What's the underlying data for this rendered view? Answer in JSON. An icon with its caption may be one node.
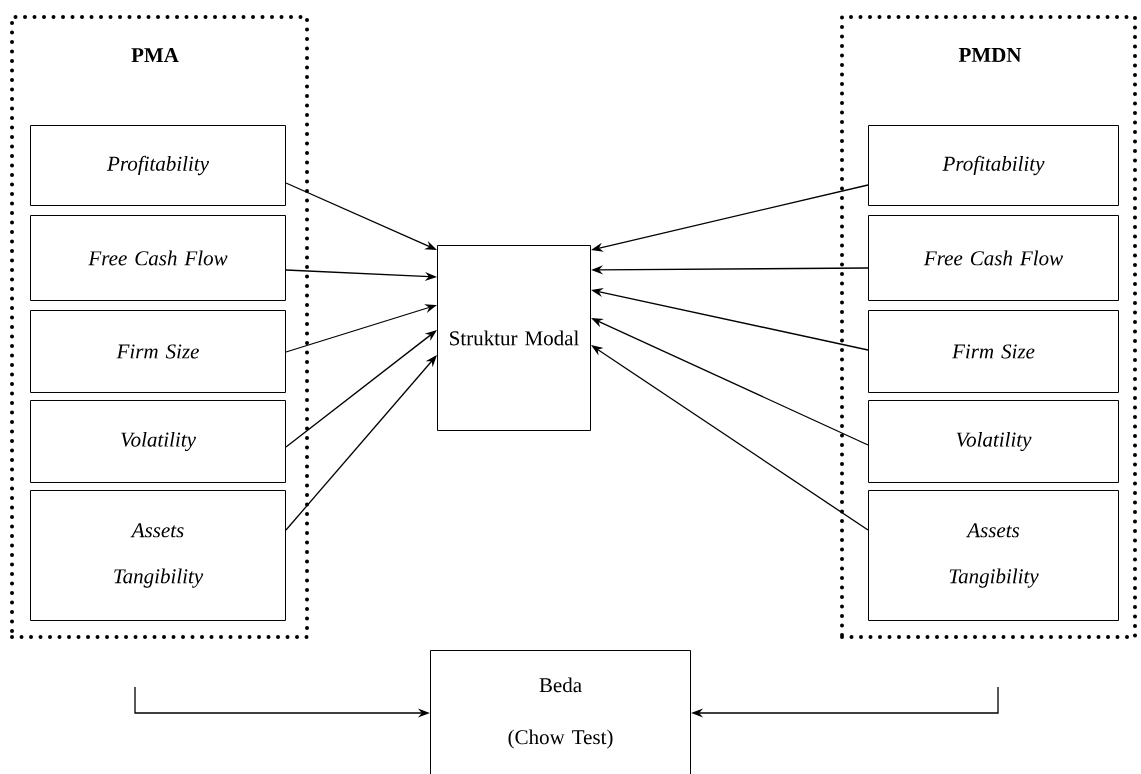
{
  "diagram": {
    "nodes": [
      {
        "text": [
          "PMA"
        ]
      },
      {
        "text": [
          "Profitability"
        ],
        "in": 0
      },
      {
        "text": [
          "Free Cash Flow"
        ],
        "in": 0
      },
      {
        "text": [
          "Firm Size"
        ],
        "in": 0
      },
      {
        "text": [
          "Volatility"
        ],
        "in": 0
      },
      {
        "text": [
          "Assets Tangibility"
        ],
        "in": 0
      },
      {
        "text": [
          "PMDN"
        ]
      },
      {
        "text": [
          "Profitability"
        ],
        "in": 6
      },
      {
        "text": [
          "Free Cash Flow"
        ],
        "in": 6
      },
      {
        "text": [
          "Firm Size"
        ],
        "in": 6
      },
      {
        "text": [
          "Volatility"
        ],
        "in": 6
      },
      {
        "text": [
          "Assets Tangibility"
        ],
        "in": 6
      },
      {
        "text": [
          "Struktur Modal"
        ]
      },
      {
        "text": [
          "Beda",
          "(Chow Test)"
        ]
      }
    ],
    "edges": [
      {
        "from": 1,
        "to": 12,
        "arrow": "to"
      },
      {
        "from": 2,
        "to": 12,
        "arrow": "to"
      },
      {
        "from": 3,
        "to": 12,
        "arrow": "to"
      },
      {
        "from": 4,
        "to": 12,
        "arrow": "to"
      },
      {
        "from": 5,
        "to": 12,
        "arrow": "to"
      },
      {
        "from": 7,
        "to": 12,
        "arrow": "to"
      },
      {
        "from": 8,
        "to": 12,
        "arrow": "to"
      },
      {
        "from": 9,
        "to": 12,
        "arrow": "to"
      },
      {
        "from": 10,
        "to": 12,
        "arrow": "to"
      },
      {
        "from": 11,
        "to": 12,
        "arrow": "to"
      },
      {
        "from": 0,
        "to": 13,
        "arrow": "to"
      },
      {
        "from": 6,
        "to": 13,
        "arrow": "to"
      }
    ]
  }
}
